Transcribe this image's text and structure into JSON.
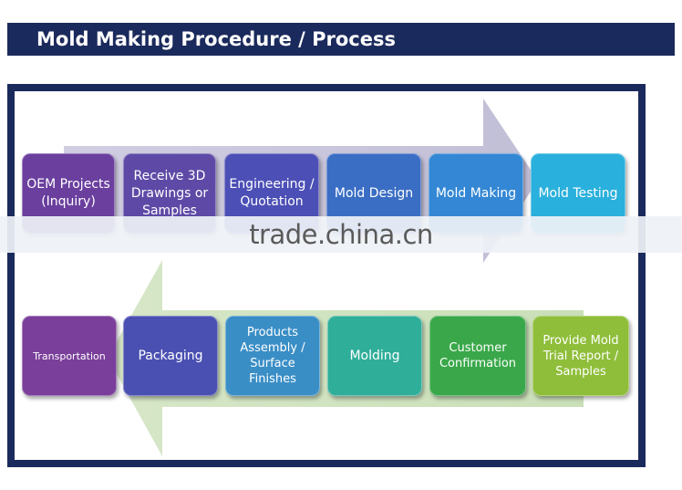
{
  "header": {
    "title": "Mold Making Procedure / Process"
  },
  "top_row": [
    {
      "text": "OEM Projects (Inquiry)",
      "color": "#6a3f9e"
    },
    {
      "text": "Receive 3D Drawings or Samples",
      "color": "#5e4aa6"
    },
    {
      "text": "Engineering / Quotation",
      "color": "#4c4fb5"
    },
    {
      "text": "Mold Design",
      "color": "#3a6ec4"
    },
    {
      "text": "Mold Making",
      "color": "#3487d4"
    },
    {
      "text": "Mold Testing",
      "color": "#2ab0dc"
    }
  ],
  "bottom_row": [
    {
      "text": "Transportation",
      "color": "#7a3f9a"
    },
    {
      "text": "Packaging",
      "color": "#4a50b2"
    },
    {
      "text": "Products Assembly / Surface Finishes",
      "color": "#3a8ec6"
    },
    {
      "text": "Molding",
      "color": "#2fae9a"
    },
    {
      "text": "Customer Confirmation",
      "color": "#3aa84a"
    },
    {
      "text": "Provide Mold Trial Report / Samples",
      "color": "#8fbe3a"
    }
  ],
  "watermark": "trade.china.cn"
}
